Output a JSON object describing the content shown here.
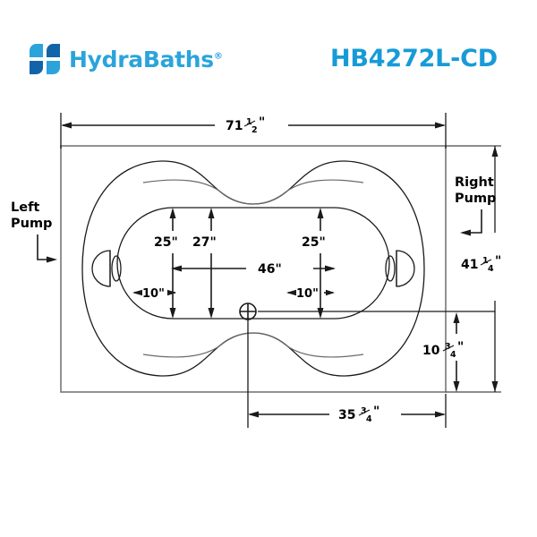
{
  "brand": {
    "logo_icon": "hydrabaths-quadrant-logo-icon",
    "wordmark": "HydraBaths",
    "registered_symbol": "®",
    "light_blue": "#2BA4DC",
    "dark_blue": "#1264A8"
  },
  "header": {
    "model_number": "HB4272L-CD",
    "model_color": "#179BD7"
  },
  "drawing": {
    "title": "bathtub-top-view-dimension-drawing",
    "dimensions": {
      "overall_width": "71 ½\"",
      "overall_width_whole": "71",
      "overall_width_num": "1",
      "overall_width_den": "2",
      "overall_height": "41 ¼\"",
      "overall_height_whole": "41",
      "overall_height_num": "1",
      "overall_height_den": "4",
      "interior_length": "46\"",
      "left_depth": "25\"",
      "center_depth": "27\"",
      "right_depth": "25\"",
      "left_inset": "10\"",
      "right_inset": "10\"",
      "drain_from_right": "35 ¾\"",
      "drain_from_right_whole": "35",
      "drain_from_right_num": "3",
      "drain_from_right_den": "4",
      "drain_from_bottom": "10 ¾\"",
      "drain_from_bottom_whole": "10",
      "drain_from_bottom_num": "3",
      "drain_from_bottom_den": "4"
    },
    "annotations": {
      "left_pump_line1": "Left",
      "left_pump_line2": "Pump",
      "right_pump_line1": "Right",
      "right_pump_line2": "Pump"
    },
    "features": {
      "left_handle": "grab-handle-icon",
      "right_handle": "grab-handle-icon",
      "drain": "drain-symbol-icon"
    }
  }
}
